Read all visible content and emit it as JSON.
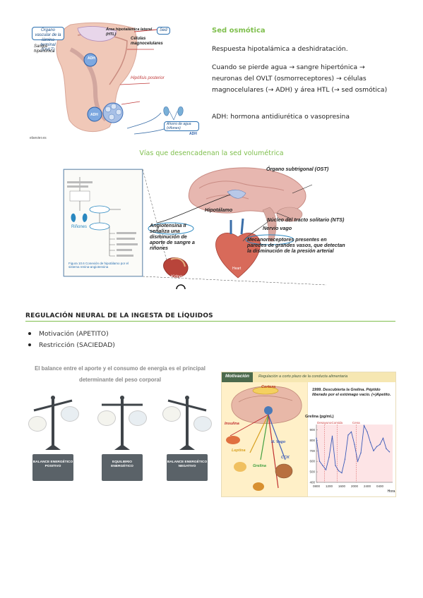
{
  "section1": {
    "title": "Sed osmótica",
    "paragraph1": "Respuesta hipotalámica a deshidratación.",
    "paragraph2": "Cuando se pierde agua → sangre hipertónica → neuronas del OVLT (osmorreceptores) → células magnocelulares (→ ADH) y área HTL (→ sed osmótica)",
    "paragraph3": "ADH: hormona antidiurética o vasopresina"
  },
  "fig_hypo": {
    "label_organo": "Órgano vascular de la lámina terminal (OVLT)",
    "label_area": "Área hipotalámica lateral (HTL)",
    "label_sed": "Sed",
    "label_celulas": "Células magnocelulares",
    "label_hipofisis": "Hipófisis posterior",
    "label_sangre": "Sangre hipertónica",
    "label_ahorro": "Ahorro de agua (riñones)",
    "label_adh1": "ADH",
    "label_adh2": "ADH",
    "label_adh3": "ADH",
    "label_credit": "elsevier.es"
  },
  "section2": {
    "title": "Vías que desencadenan la sed volumétrica"
  },
  "fig_vol": {
    "label_ost": "Órgano subtrigonal (OST)",
    "label_hipotalamo": "Hipotálamo",
    "label_nts": "Núcleo del tracto solitario (NTS)",
    "label_vago": "Nervio vago",
    "label_angio": "Angiotensina II señaliza una disminución de aporte de sangre a riñones",
    "label_mecano": "Mecanorreceptores presentes en paredes de grandes vasos, que detectan la disminución de la presión arterial",
    "label_kidney": "Kidney",
    "label_heart": "Heart",
    "inner_rinones": "Riñones",
    "inner_caption": "Figura 10.6 Conexión de hipotálamo por el sistema renina-angiotensina"
  },
  "section3": {
    "title": "REGULACIÓN NEURAL DE LA INGESTA DE LÍQUIDOS",
    "bullets": [
      "Motivación (APETITO)",
      "Restricción (SACIEDAD)"
    ]
  },
  "fig_bal": {
    "title_line1": "El balance entre el aporte y el consumo de energía es el principal",
    "title_line2": "determinante del peso corporal",
    "tag1": "BALANCE ENERGÉTICO POSITIVO",
    "tag2": "EQUILIBRIO ENERGÉTICO",
    "tag3": "BALANCE ENERGÉTICO NEGATIVO"
  },
  "fig_mot": {
    "tab": "Motivación",
    "subtitle": "Regulación a corto plazo de la conducta alimentaria",
    "label_corteza": "Corteza",
    "label_insulina": "Insulina",
    "label_leptina": "Leptina",
    "label_vago": "N. Vago",
    "label_grelina": "Grelina",
    "label_cck": "CCK",
    "note": "1999. Descubierta la Grelina. Péptido liberado por el estómago vacío. (+)Apetito.",
    "chart_ylabel": "Grelina (pg/mL)",
    "chart_xlabel": "Hora"
  },
  "colors": {
    "accent_green": "#7fbf4d",
    "scale_dark": "#3f4449",
    "label_blue": "#2a6fb0"
  },
  "chart_data": {
    "type": "line",
    "title": "",
    "xlabel": "Hora",
    "ylabel": "Grelina (pg/mL)",
    "x_ticks": [
      "0800",
      "1200",
      "1600",
      "2000",
      "2400",
      "0400"
    ],
    "y_ticks": [
      400,
      500,
      600,
      700,
      800,
      900
    ],
    "annotations": [
      "Desayuno",
      "Comida",
      "Cena"
    ],
    "x": [
      8,
      9,
      10,
      11,
      12,
      13,
      14,
      15,
      16,
      17,
      18,
      19,
      20,
      21,
      22,
      23,
      24,
      25,
      26,
      27,
      28,
      29,
      30,
      31
    ],
    "values": [
      820,
      600,
      560,
      520,
      640,
      840,
      560,
      510,
      490,
      620,
      850,
      880,
      760,
      600,
      680,
      940,
      880,
      780,
      700,
      740,
      760,
      820,
      720,
      690
    ],
    "ylim": [
      400,
      950
    ]
  }
}
